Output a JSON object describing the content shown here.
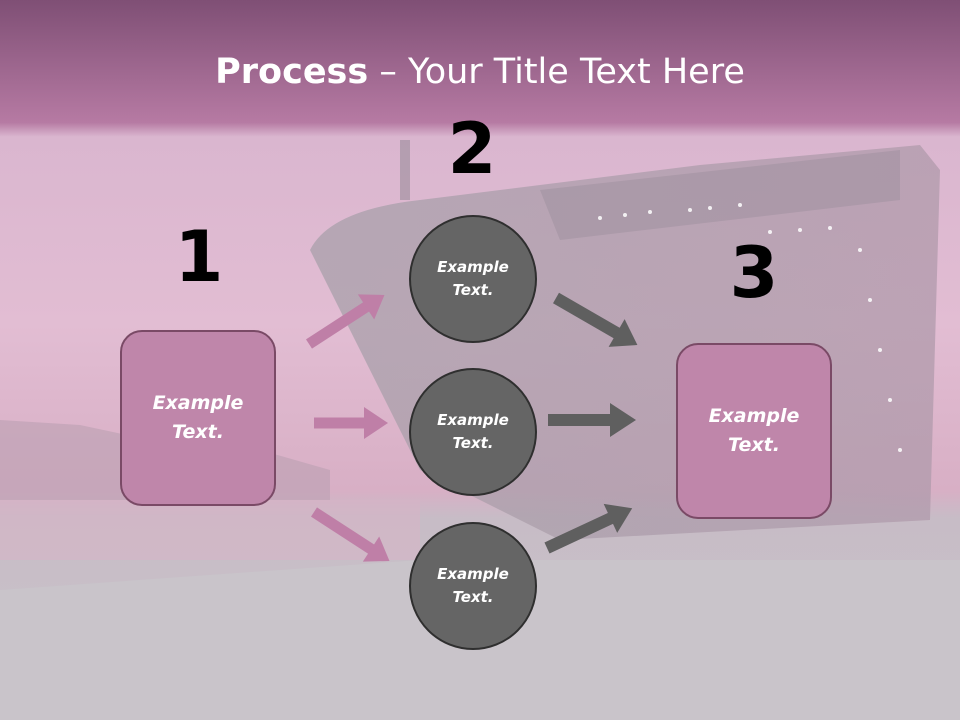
{
  "slide": {
    "title_bold": "Process",
    "title_rest": " – Your Title Text Here"
  },
  "steps": {
    "one": "1",
    "two": "2",
    "three": "3"
  },
  "boxes": {
    "left": "Example\nText.",
    "right": "Example\nText."
  },
  "circles": {
    "top": "Example\nText.",
    "middle": "Example\nText.",
    "bottom": "Example\nText."
  },
  "colors": {
    "header_band": "#b67da5",
    "box_fill": "#bf86aa",
    "circle_fill": "#656565",
    "arrow_pink": "#bf7fa7",
    "arrow_gray": "#5f5f5f"
  }
}
